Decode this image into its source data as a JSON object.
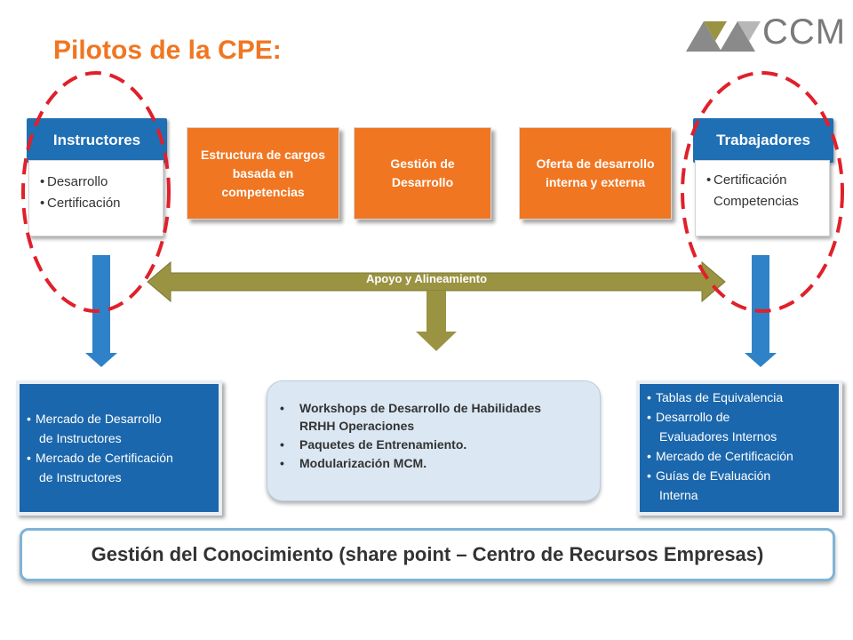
{
  "title": "Pilotos de la CPE:",
  "logo": {
    "text": "CCM"
  },
  "instructores": {
    "header": "Instructores",
    "items": [
      "Desarrollo",
      "Certificación"
    ]
  },
  "trabajadores": {
    "header": "Trabajadores",
    "items": [
      "Certificación",
      "Competencias"
    ]
  },
  "center_boxes": {
    "box1": "Estructura de cargos basada en competencias",
    "box2": "Gestión de Desarrollo",
    "box3": "Oferta de desarrollo interna y externa"
  },
  "arrow": {
    "label": "Apoyo y Alineamiento"
  },
  "left_info": {
    "items": [
      [
        "Mercado de Desarrollo",
        "de Instructores"
      ],
      [
        "Mercado de Certificación",
        "de Instructores"
      ]
    ]
  },
  "center_info": {
    "items": [
      [
        "Workshops de Desarrollo de Habilidades",
        "RRHH Operaciones"
      ],
      [
        "Paquetes de Entrenamiento."
      ],
      [
        "Modularización MCM."
      ]
    ]
  },
  "right_info": {
    "items": [
      [
        "Tablas de Equivalencia"
      ],
      [
        "Desarrollo de",
        "Evaluadores Internos"
      ],
      [
        "Mercado de Certificación"
      ],
      [
        "Guías de Evaluación",
        "Interna"
      ]
    ]
  },
  "bottom_bar": "Gestión del Conocimiento (share point – Centro de Recursos Empresas)",
  "colors": {
    "orange": "#f07621",
    "blue_header": "#1f6fb4",
    "blue_box": "#1b67ad",
    "olive_arrow": "#9a9342",
    "dashed_red": "#e0202a"
  }
}
